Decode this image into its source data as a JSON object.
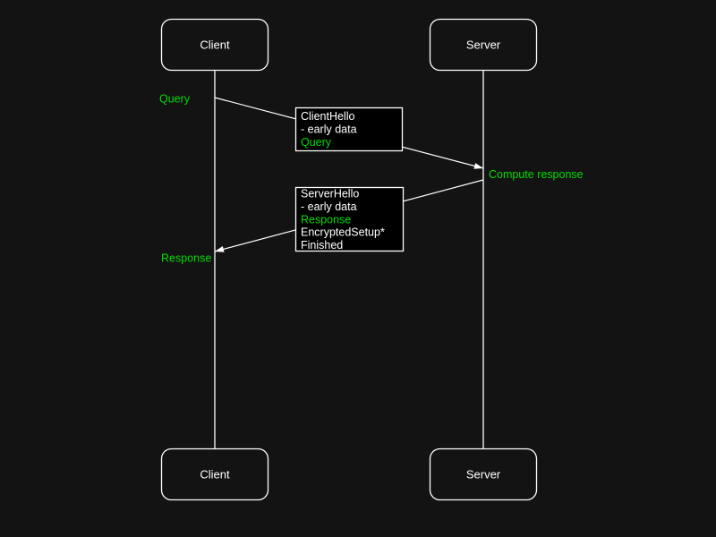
{
  "colors": {
    "background": "#131313",
    "stroke": "#ffffff",
    "text": "#ffffff",
    "green": "#00db00",
    "message_box_fill": "#000000"
  },
  "actors": {
    "client_top": "Client",
    "server_top": "Server",
    "client_bottom": "Client",
    "server_bottom": "Server"
  },
  "labels": {
    "query": "Query",
    "compute_response": "Compute response",
    "response": "Response"
  },
  "message_boxes": {
    "client_hello": {
      "lines": [
        {
          "text": "ClientHello",
          "color": "#ffffff"
        },
        {
          "text": "- early data",
          "color": "#ffffff"
        },
        {
          "text": "Query",
          "color": "#00db00"
        }
      ]
    },
    "server_hello": {
      "lines": [
        {
          "text": "ServerHello",
          "color": "#ffffff"
        },
        {
          "text": "- early data",
          "color": "#ffffff"
        },
        {
          "text": "Response",
          "color": "#00db00"
        },
        {
          "text": "EncryptedSetup*",
          "color": "#ffffff"
        },
        {
          "text": "Finished",
          "color": "#ffffff"
        }
      ]
    }
  }
}
